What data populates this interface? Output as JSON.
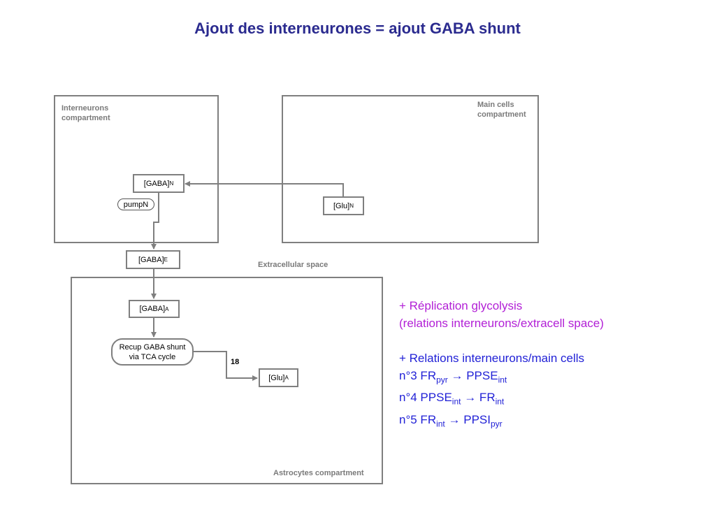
{
  "title": "Ajout des interneurones = ajout GABA shunt",
  "compartments": {
    "interneurons": [
      "Interneurons",
      "compartment"
    ],
    "main_cells": [
      "Main cells",
      "compartment"
    ],
    "astrocytes": "Astrocytes compartment",
    "extracellular": "Extracellular space"
  },
  "nodes": {
    "gaba_n": {
      "base": "[GABA]",
      "sub": "N"
    },
    "glu_n": {
      "base": "[Glu]",
      "sub": "N"
    },
    "pump_n": "pumpN",
    "gaba_e": {
      "base": "[GABA]",
      "sub": "E"
    },
    "gaba_a": {
      "base": "[GABA]",
      "sub": "A"
    },
    "recup": [
      "Recup GABA shunt",
      "via TCA cycle"
    ],
    "glu_a": {
      "base": "[Glu]",
      "sub": "A"
    },
    "edge_label": "18"
  },
  "notes": {
    "line1": "+ Réplication glycolysis",
    "line2": "(relations interneurons/extracell space)",
    "line3": "+ Relations interneurons/main cells",
    "r3": {
      "prefix": "n°3 FR",
      "sub1": "pyr",
      "arrow": " → PPSE",
      "sub2": "int"
    },
    "r4": {
      "prefix": "n°4 PPSE",
      "sub1": "int",
      "arrow": " → FR",
      "sub2": "int"
    },
    "r5": {
      "prefix": "n°5 FR",
      "sub1": "int",
      "arrow": " → PPSI",
      "sub2": "pyr"
    }
  },
  "colors": {
    "title": "#2b2b8f",
    "magenta_note": "#b21fd6",
    "blue_note": "#1f1fd6",
    "border": "#7f7f7f"
  }
}
